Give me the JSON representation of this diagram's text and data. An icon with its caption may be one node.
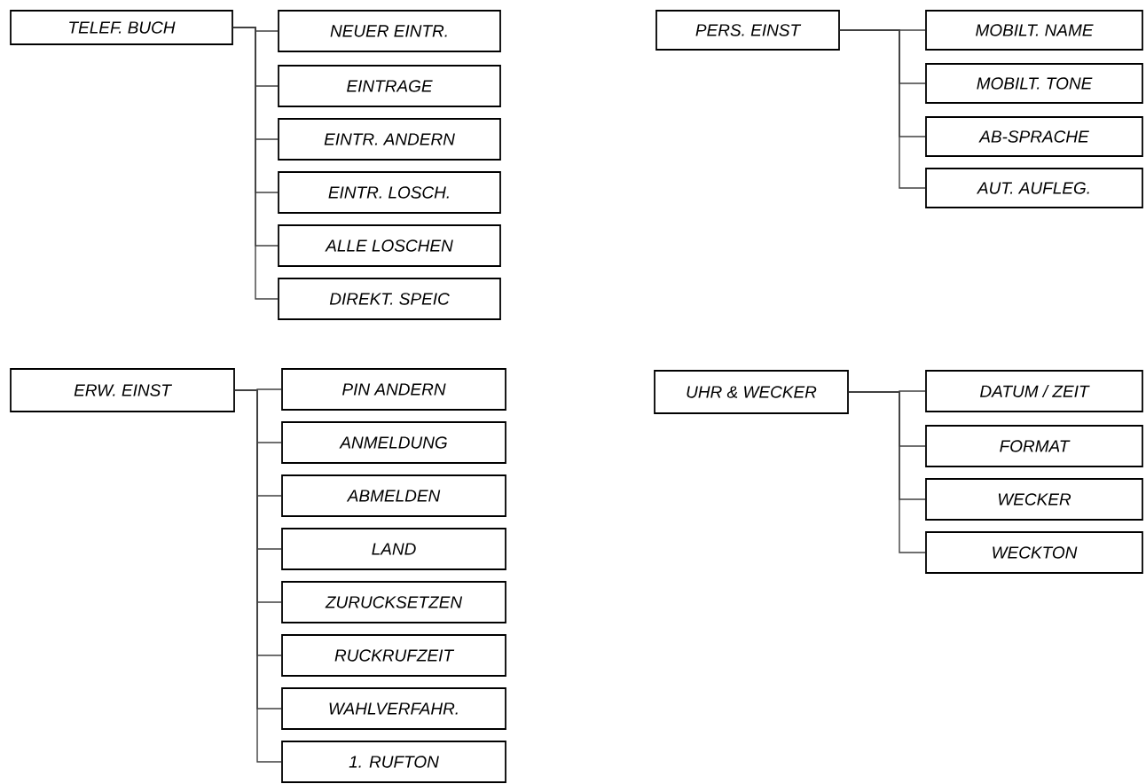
{
  "diagram": {
    "nodes": [
      {
        "text": [
          "TELEF. BUCH"
        ]
      },
      {
        "text": [
          "NEUER EINTR."
        ]
      },
      {
        "text": [
          "EINTRAGE"
        ]
      },
      {
        "text": [
          "EINTR. ANDERN"
        ]
      },
      {
        "text": [
          "EINTR. LOSCH."
        ]
      },
      {
        "text": [
          "ALLE LOSCHEN"
        ]
      },
      {
        "text": [
          "DIREKT. SPEIC"
        ]
      },
      {
        "text": [
          "PERS. EINST"
        ]
      },
      {
        "text": [
          "MOBILT. NAME"
        ]
      },
      {
        "text": [
          "MOBILT. TONE"
        ]
      },
      {
        "text": [
          "AB-SPRACHE"
        ]
      },
      {
        "text": [
          "AUT. AUFLEG."
        ]
      },
      {
        "text": [
          "ERW. EINST"
        ]
      },
      {
        "text": [
          "PIN ANDERN"
        ]
      },
      {
        "text": [
          "ANMELDUNG"
        ]
      },
      {
        "text": [
          "ABMELDEN"
        ]
      },
      {
        "text": [
          "LAND"
        ]
      },
      {
        "text": [
          "ZURUCKSETZEN"
        ]
      },
      {
        "text": [
          "RUCKRUFZEIT"
        ]
      },
      {
        "text": [
          "WAHLVERFAHR."
        ]
      },
      {
        "text": [
          "1. RUFTON"
        ]
      },
      {
        "text": [
          "UHR & WECKER"
        ]
      },
      {
        "text": [
          "DATUM / ZEIT"
        ]
      },
      {
        "text": [
          "FORMAT"
        ]
      },
      {
        "text": [
          "WECKER"
        ]
      },
      {
        "text": [
          "WECKTON"
        ]
      }
    ],
    "edges": [
      {
        "from": 0,
        "to": 1,
        "arrow": "none"
      },
      {
        "from": 0,
        "to": 2,
        "arrow": "none"
      },
      {
        "from": 0,
        "to": 3,
        "arrow": "none"
      },
      {
        "from": 0,
        "to": 4,
        "arrow": "none"
      },
      {
        "from": 0,
        "to": 5,
        "arrow": "none"
      },
      {
        "from": 0,
        "to": 6,
        "arrow": "none"
      },
      {
        "from": 7,
        "to": 8,
        "arrow": "none"
      },
      {
        "from": 7,
        "to": 9,
        "arrow": "none"
      },
      {
        "from": 7,
        "to": 10,
        "arrow": "none"
      },
      {
        "from": 7,
        "to": 11,
        "arrow": "none"
      },
      {
        "from": 12,
        "to": 13,
        "arrow": "none"
      },
      {
        "from": 12,
        "to": 14,
        "arrow": "none"
      },
      {
        "from": 12,
        "to": 15,
        "arrow": "none"
      },
      {
        "from": 12,
        "to": 16,
        "arrow": "none"
      },
      {
        "from": 12,
        "to": 17,
        "arrow": "none"
      },
      {
        "from": 12,
        "to": 18,
        "arrow": "none"
      },
      {
        "from": 12,
        "to": 19,
        "arrow": "none"
      },
      {
        "from": 12,
        "to": 20,
        "arrow": "none"
      },
      {
        "from": 21,
        "to": 22,
        "arrow": "none"
      },
      {
        "from": 21,
        "to": 23,
        "arrow": "none"
      },
      {
        "from": 21,
        "to": 24,
        "arrow": "none"
      },
      {
        "from": 21,
        "to": 25,
        "arrow": "none"
      }
    ]
  }
}
